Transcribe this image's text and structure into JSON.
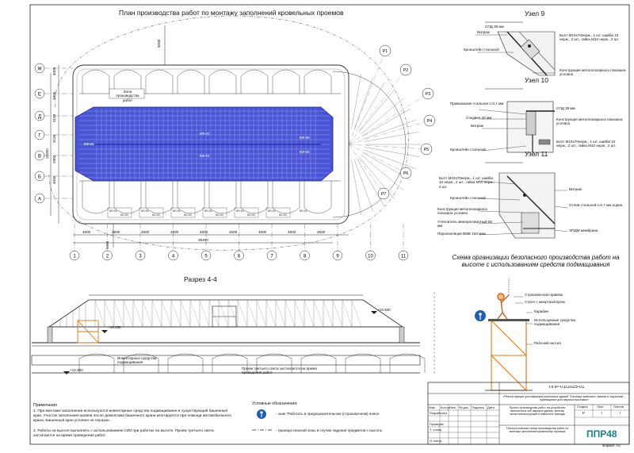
{
  "plan": {
    "title": "План производства работ по монтажу заполнений кровельных проемов",
    "zone_label": "Зона производства работ",
    "axis_letters": [
      "Ж",
      "Е",
      "Д",
      "Г",
      "В",
      "Б",
      "А"
    ],
    "axis_numbers": [
      "1",
      "2",
      "3",
      "4",
      "5",
      "6",
      "7",
      "8",
      "9",
      "10",
      "11"
    ],
    "radial_axes": [
      "Р1",
      "Р2",
      "Р3",
      "Р4",
      "Р5",
      "Р6",
      "Р7"
    ],
    "dims_left": [
      "4000",
      "2900",
      "4100",
      "4100",
      "2900",
      "4000"
    ],
    "dim_total_left": "22000",
    "dim_top": "5000",
    "dim_bottom_vertical": "5000",
    "dims_bottom": [
      "4600",
      "4600",
      "4600",
      "4600",
      "4600",
      "4600",
      "4600",
      "4600",
      "2600"
    ],
    "dim_total_bottom": "39400",
    "skylight_marks": [
      "КФ-03",
      "КФ-02",
      "КФ-01",
      "КФ-06",
      "КФ-05"
    ],
    "small_marks": [
      "КО-01",
      "КО-01",
      "КО-01",
      "КО-01",
      "КО-01",
      "КО-01",
      "КО-01",
      "КО-01",
      "КО-01",
      "КО-01",
      "КО-01",
      "КО-01",
      "КО-01",
      "КО-01",
      "КО-01",
      "КО-01"
    ]
  },
  "section": {
    "title": "Разрез 4-4",
    "levels": [
      "+19.500",
      "+16.250",
      "+12.300"
    ],
    "label_scaffold": "Инвентарные средства подмащивания",
    "label_opening": "Проем третьего света застилается на время проведения работ"
  },
  "node9": {
    "title": "Узел 9",
    "labels": [
      "СПД 38 мм",
      "Витраж",
      "Кронштейн стальной",
      "Болт М10х70нерж., 1 шт. шайба 10 нерж., 2 шт., гайка М10 нерж., 2 шт.",
      "Конструкция металлокаркаса показана условно"
    ]
  },
  "node10": {
    "title": "Узел 10",
    "labels": [
      "Примыкание стальное t=0,7 мм",
      "Сэндвич 40 мм",
      "Витраж",
      "Кронштейн стальной",
      "СПД 38 мм",
      "Конструкция металлокаркаса показана условно",
      "Болт М10х70нерж., 1 шт. шайба 10 нерж., 2 шт., гайка М10 нерж., 2 шт."
    ]
  },
  "node11": {
    "title": "Узел 11",
    "labels": [
      "Болт М10х70нерж., 1 шт. шайба 10 нерж., 2 шт., гайка М10 нерж., 2 шт.",
      "Кронштейн стальной",
      "Конструкция металлокаркаса показана условно",
      "Утеплитель минераловатный 50 мм",
      "Пароизоляция ВМБ 150 мкм",
      "Витраж",
      "Отлив стальной t=0,7 мм оцинк.",
      "ЭПДМ мембрана"
    ]
  },
  "safety": {
    "title": "Схема организации безопасного производства работ на высоте с использованием средств подмащивания",
    "labels": [
      "Страховочная привязь",
      "Строп с амортизатором",
      "Карабин",
      "Используемые средства подмащивания",
      "Рабочий настил"
    ]
  },
  "notes": {
    "heading": "Примечания",
    "items": [
      "1. При монтаже заполнения используются инвентарные средства подмащивания и существующий башенный кран. Участок заполнения кровли после демонтажа башенного крана монтируется при помощи автомобильного крана. Башенный кран условно не показан.",
      "2. Работы на высоте выполнять с использованием СИЗ при работах на высоте. Проем третьего света застилается на время проведения работ."
    ]
  },
  "legend": {
    "heading": "Условные обозначения:",
    "items": [
      "- знак \"Работать в предохранительном (страховочном) поясе",
      "- граница опасной зоны в случае падения предметов с высоты"
    ]
  },
  "stamp": {
    "code": "ППР-01/2025-01",
    "project": "«Реконструкция (реставрация) комплекса зданий \"Училище живописи, ваяния и зодчества\" - приемщение для научных выставок»",
    "work": "Проект производства работ на устройство монолитных ж/б каркаса здания, монтаж металлоконструкций и навесного фасада",
    "sheet_name": "Технологическая схема производства работ по монтажу заполнений кровельных проемов",
    "columns": [
      "Изм.",
      "Кол.уч",
      "Лист",
      "№ док.",
      "Подпись",
      "Дата"
    ],
    "roles": [
      "Разработал",
      "Проверил",
      "Н. контр."
    ],
    "person": "Т. слоец",
    "stage_headers": [
      "Стадия",
      "Лист",
      "Листов"
    ],
    "stage_values": [
      "Р",
      "7",
      "7"
    ],
    "company": "ППР48",
    "format": "Формат А2"
  },
  "colors": {
    "ink": "#1a1a1a",
    "skylight_fill": "#4a55d6",
    "skylight_grid": "#c9ccf5",
    "scaffold": "#d8791a",
    "brand": "#1a7f8a",
    "sign": "#1f5fae"
  }
}
